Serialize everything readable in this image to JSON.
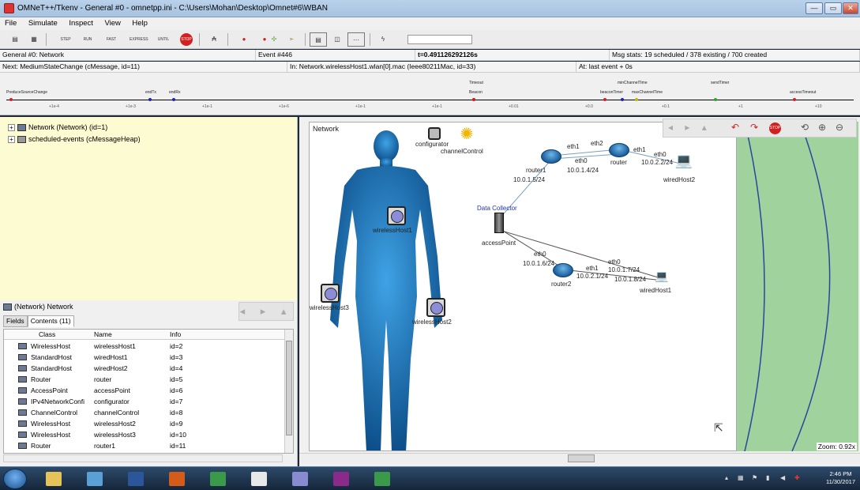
{
  "window": {
    "title": "OMNeT++/Tkenv - General #0 - omnetpp.ini - C:\\Users\\Mohan\\Desktop\\Omnet#6\\WBAN",
    "minimize": "—",
    "restore": "▭",
    "close": "✕"
  },
  "menu": [
    "File",
    "Simulate",
    "Inspect",
    "View",
    "Help"
  ],
  "toolbar": {
    "step": "STEP",
    "run": "RUN",
    "fast": "FAST",
    "express": "EXPRESS",
    "until": "UNTIL",
    "stop": "STOP"
  },
  "status": {
    "run_label": "General #0: Network",
    "event": "Event #446",
    "time": "t=0.491126292126s",
    "msg_stats": "Msg stats: 19 scheduled / 378 existing / 700 created",
    "next": "Next: MediumStateChange (cMessage, id=11)",
    "in": "In: Network.wirelessHost1.wlan[0].mac (Ieee80211Mac, id=33)",
    "last_event": "At: last event + 0s"
  },
  "timeline": {
    "ticks": [
      "+1e-4",
      "+1e-3",
      "+1e-1",
      "+1e-6",
      "+1e-1",
      "+1e-1",
      "+0.01",
      "+0.0",
      "+0.1",
      "+1",
      "+10"
    ],
    "events": [
      {
        "label": "PreduceSourceChange",
        "color": "#cc2222"
      },
      {
        "label": "endTx",
        "color": "#2222aa"
      },
      {
        "label": "endRx",
        "color": "#2222aa"
      },
      {
        "label": "Timeout",
        "color": "#cc2222"
      },
      {
        "label": "Beacon",
        "color": "#cc2222"
      },
      {
        "label": "beaconTimer",
        "color": "#cc2222"
      },
      {
        "label": "minChannelTime",
        "color": "#2222aa"
      },
      {
        "label": "maxChannelTime",
        "color": "#bbbb00"
      },
      {
        "label": "sendTimer",
        "color": "#22aa22"
      },
      {
        "label": "accessTimeout",
        "color": "#cc2222"
      }
    ]
  },
  "tree": [
    {
      "label": "Network (Network) (id=1)"
    },
    {
      "label": "scheduled-events (cMessageHeap)"
    }
  ],
  "inspector": {
    "heading": "(Network) Network",
    "tabs": [
      "Fields",
      "Contents (11)"
    ],
    "nav": "◂ ▸ ▴",
    "columns": [
      "Class",
      "Name",
      "Info"
    ],
    "rows": [
      {
        "cls": "WirelessHost",
        "name": "wirelessHost1",
        "info": "id=2"
      },
      {
        "cls": "StandardHost",
        "name": "wiredHost1",
        "info": "id=3"
      },
      {
        "cls": "StandardHost",
        "name": "wiredHost2",
        "info": "id=4"
      },
      {
        "cls": "Router",
        "name": "router",
        "info": "id=5"
      },
      {
        "cls": "AccessPoint",
        "name": "accessPoint",
        "info": "id=6"
      },
      {
        "cls": "IPv4NetworkConfi",
        "name": "configurator",
        "info": "id=7"
      },
      {
        "cls": "ChannelControl",
        "name": "channelControl",
        "info": "id=8"
      },
      {
        "cls": "WirelessHost",
        "name": "wirelessHost2",
        "info": "id=9"
      },
      {
        "cls": "WirelessHost",
        "name": "wirelessHost3",
        "info": "id=10"
      },
      {
        "cls": "Router",
        "name": "router1",
        "info": "id=11"
      }
    ]
  },
  "canvas": {
    "title": "Network",
    "configurator": "configurator",
    "channelControl": "channelControl",
    "router1": "router1",
    "router": "router",
    "router2": "router2",
    "wiredHost2": "wiredHost2",
    "wiredHost1": "wiredHost1",
    "accessPoint": "accessPoint",
    "dataCollector": "Data Collector",
    "wirelessHost1": "wirelessHost1",
    "wirelessHost2": "wirelessHost2",
    "wirelessHost3": "wirelessHost3",
    "ip_10_0_1_5": "10.0.1.5/24",
    "ip_10_0_1_4": "10.0.1.4/24",
    "ip_10_0_2_2": "10.0.2.2/24",
    "ip_10_0_2_1": "10.0.2.1/24",
    "ip_10_0_1_6": "10.0.1.6/24",
    "ip_10_0_1_7": "10.0.1.7/24",
    "ip_10_0_1_8": "10.0.1.8/24",
    "eth0": "eth0",
    "eth1": "eth1",
    "eth2": "eth2",
    "zoom": "Zoom: 0.92x"
  },
  "taskbar": {
    "time": "2:46 PM",
    "date": "11/30/2017",
    "apps": [
      {
        "name": "explorer",
        "color": "#e6c25a"
      },
      {
        "name": "network",
        "color": "#5aa0d6"
      },
      {
        "name": "word",
        "color": "#2b579a"
      },
      {
        "name": "matlab",
        "color": "#d45b1a"
      },
      {
        "name": "paint",
        "color": "#3a9a4a"
      },
      {
        "name": "notepad",
        "color": "#e8e8e8"
      },
      {
        "name": "omnet",
        "color": "#8a8ad0"
      },
      {
        "name": "media",
        "color": "#8a2a8a"
      },
      {
        "name": "editor",
        "color": "#3a9a4a"
      }
    ]
  }
}
